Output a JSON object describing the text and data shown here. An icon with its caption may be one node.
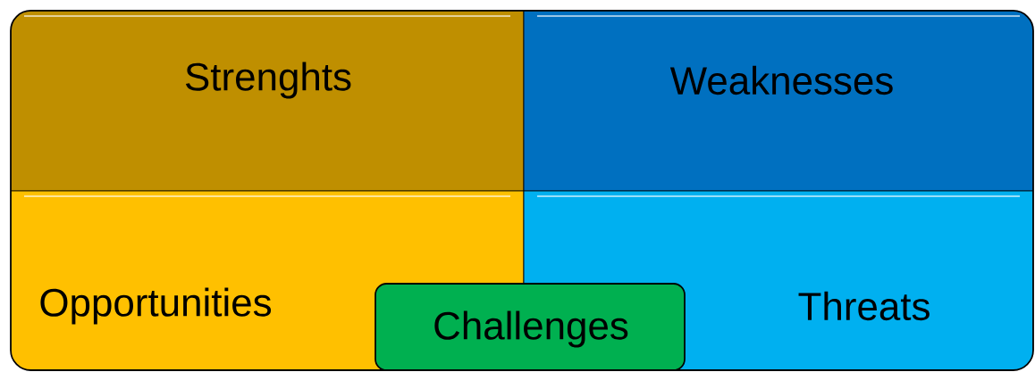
{
  "diagram": {
    "nodes": [
      {
        "text": [
          "Strenghts"
        ]
      },
      {
        "text": [
          "Weaknesses"
        ]
      },
      {
        "text": [
          "Opportunities"
        ]
      },
      {
        "text": [
          "Threats"
        ]
      },
      {
        "text": [
          "Challenges"
        ]
      }
    ]
  }
}
